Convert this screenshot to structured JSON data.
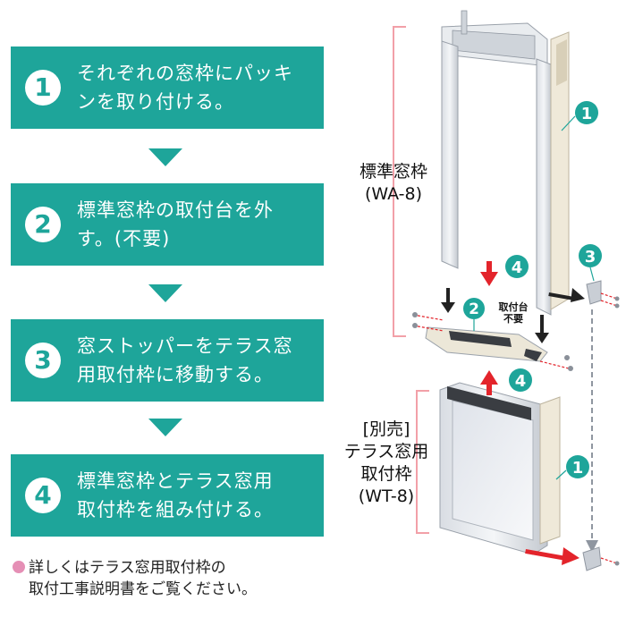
{
  "steps": [
    {
      "num": "1",
      "line1": "それぞれの窓枠にパッキ",
      "line2": "ンを取り付ける。"
    },
    {
      "num": "2",
      "line1": "標準窓枠の取付台を外",
      "line2": "す。(不要)"
    },
    {
      "num": "3",
      "line1": "窓ストッパーをテラス窓",
      "line2": "用取付枠に移動する。"
    },
    {
      "num": "4",
      "line1": "標準窓枠とテラス窓用",
      "line2": "取付枠を組み付ける。"
    }
  ],
  "note": {
    "line1": "詳しくはテラス窓用取付枠の",
    "line2": "取付工事説明書をご覧ください。"
  },
  "diagram": {
    "standard_frame": {
      "line1": "標準窓枠",
      "line2": "(WA-8)"
    },
    "terrace_frame": {
      "line1": "[別売]",
      "line2": "テラス窓用",
      "line3": "取付枠",
      "line4": "(WT-8)"
    },
    "mount_base": {
      "line1": "取付台",
      "line2": "不要"
    },
    "callouts": {
      "packing_top": "1",
      "packing_bottom": "1",
      "base": "2",
      "stopper": "3",
      "assemble_down": "4",
      "assemble_up": "4"
    }
  },
  "colors": {
    "teal": "#1ea59a",
    "red": "#e3242b",
    "pink_bullet": "#e58fb5",
    "bracket": "#f2a0a8"
  }
}
